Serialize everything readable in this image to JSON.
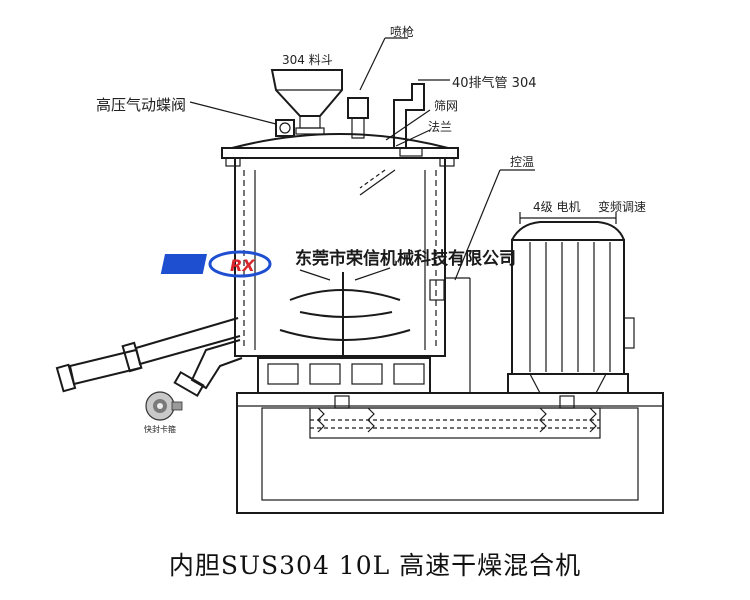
{
  "labels": {
    "hopper": "304 料斗",
    "spray_gun": "喷枪",
    "exhaust_pipe": "40排气管 304",
    "pneumatic_valve": "高压气动蝶阀",
    "screen": "筛网",
    "flange": "法兰",
    "temp_control": "控温",
    "motor": "4级  电机",
    "vfd": "变频调速",
    "quick_clamp": "快封卡箍"
  },
  "company": {
    "logo_text": "RX",
    "name": "东莞市荣信机械科技有限公司"
  },
  "caption": "内胆SUS304 10L 高速干燥混合机",
  "colors": {
    "line": "#1a1a1a",
    "logo_blue": "#1f4fd1",
    "logo_red": "#d8262b",
    "company_text": "#1a1a1a"
  }
}
